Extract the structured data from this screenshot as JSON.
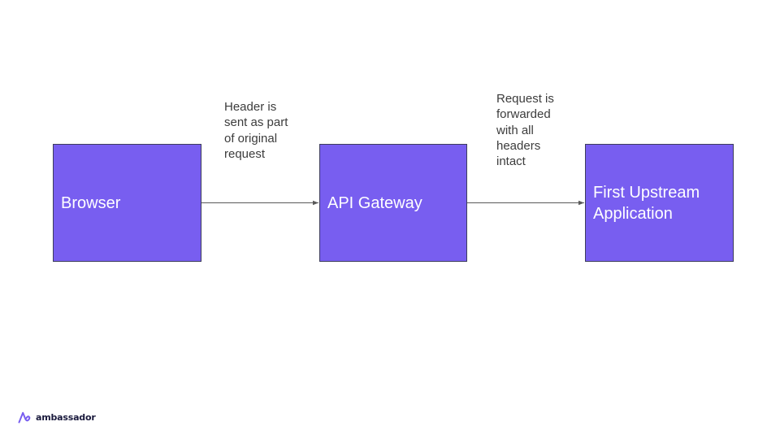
{
  "diagram": {
    "nodes": [
      {
        "id": "browser",
        "label": "Browser"
      },
      {
        "id": "gateway",
        "label": "API Gateway"
      },
      {
        "id": "upstream",
        "label": "First Upstream\nApplication"
      }
    ],
    "edges": [
      {
        "from": "browser",
        "to": "gateway",
        "label": "Header is\nsent as part\nof original\nrequest"
      },
      {
        "from": "gateway",
        "to": "upstream",
        "label": "Request is\nforwarded\nwith all\nheaders\nintact"
      }
    ]
  },
  "logo": {
    "text": "ambassador",
    "icon": "ambassador-logo-icon"
  },
  "colors": {
    "box_fill": "#785ef0",
    "box_border": "#3d3d5c",
    "arrow": "#595959",
    "note_text": "#3c3c3c",
    "logo_icon": "#785ef0",
    "logo_text": "#1a1a3d"
  }
}
